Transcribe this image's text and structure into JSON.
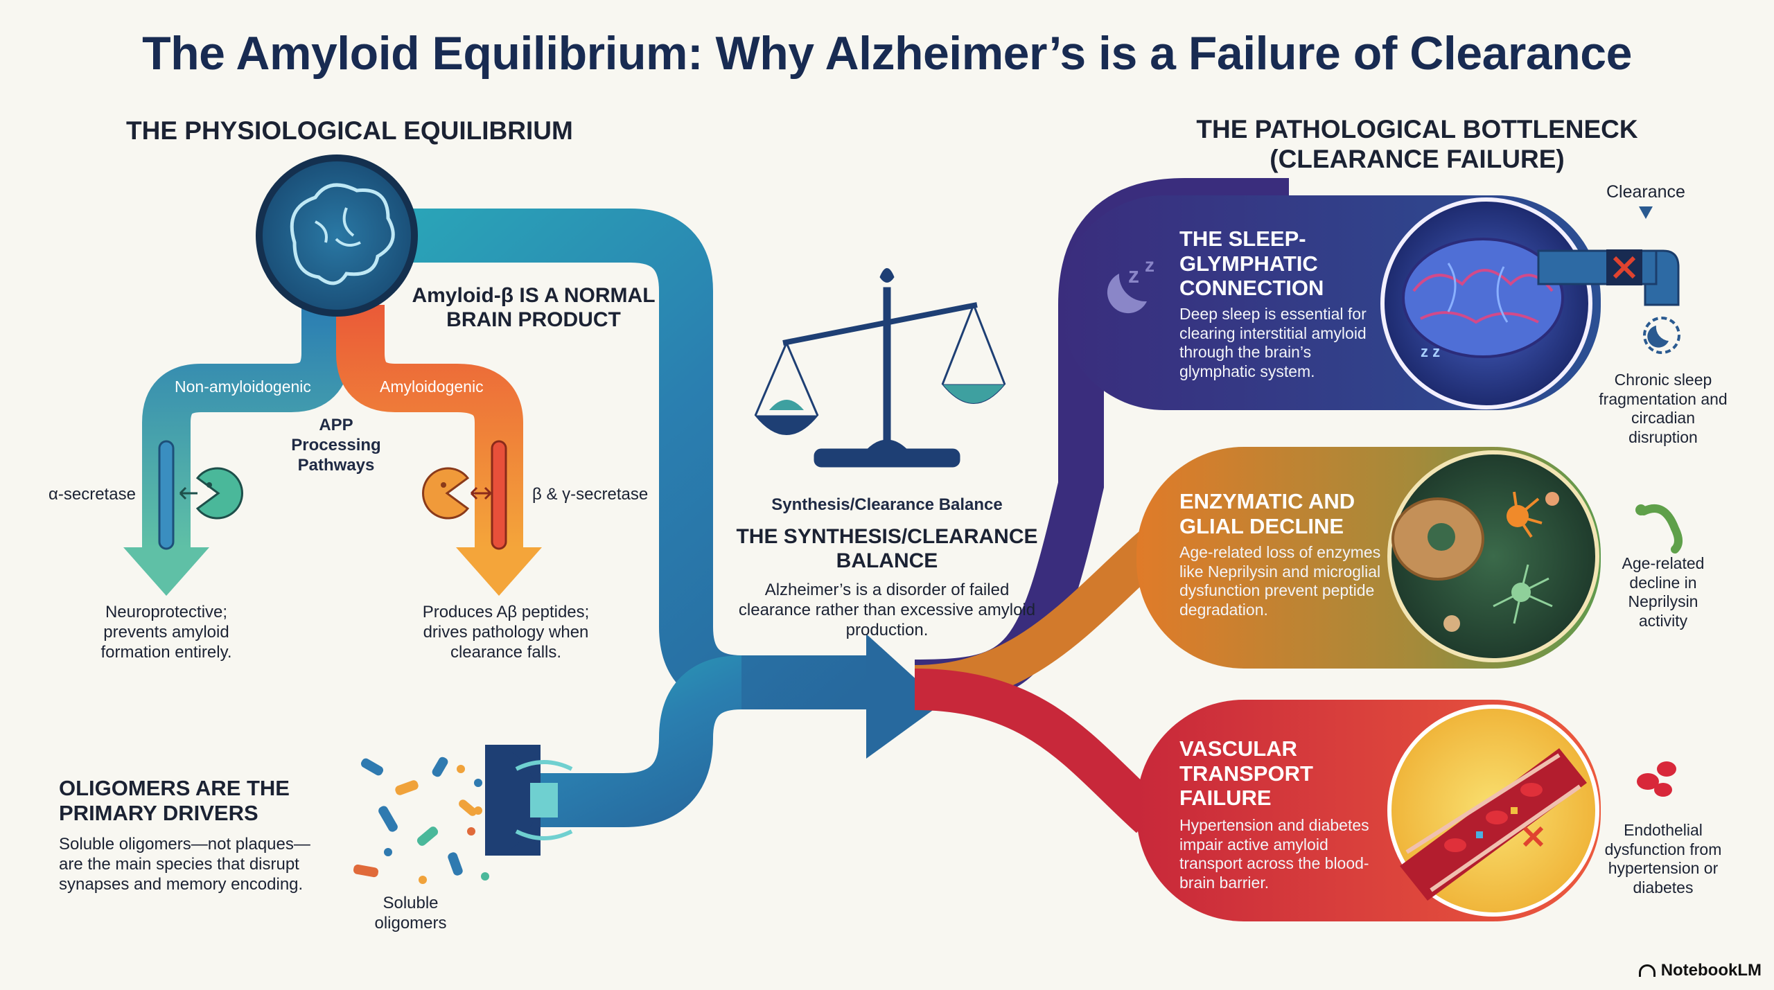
{
  "title": "The Amyloid Equilibrium: Why Alzheimer’s is a Failure of Clearance",
  "left": {
    "heading": "THE PHYSIOLOGICAL EQUILIBRIUM",
    "normal_product": "Amyloid-β IS A NORMAL BRAIN PRODUCT",
    "pathway_left_label": "Non-amyloidogenic",
    "pathway_right_label": "Amyloidogenic",
    "app_label": "APP Processing Pathways",
    "alpha_secretase": "α-secretase",
    "beta_gamma_secretase": "β & γ-secretase",
    "neuroprotective": "Neuroprotective; prevents amyloid formation entirely.",
    "produces": "Produces Aβ peptides; drives pathology when clearance falls.",
    "oligomers_head": "OLIGOMERS ARE THE PRIMARY DRIVERS",
    "oligomers_body": "Soluble oligomers—not plaques—are the main species that disrupt synapses and memory encoding.",
    "soluble_oligomers": "Soluble oligomers"
  },
  "center": {
    "scale_caption": "Synthesis/Clearance Balance",
    "heading": "THE SYNTHESIS/CLEARANCE BALANCE",
    "body": "Alzheimer’s is a disorder of failed clearance rather than excessive amyloid production."
  },
  "right": {
    "heading": "THE PATHOLOGICAL BOTTLENECK (CLEARANCE FAILURE)",
    "clearance_label": "Clearance",
    "cards": [
      {
        "title": "THE SLEEP-GLYMPHATIC CONNECTION",
        "body": "Deep sleep is essential for clearing interstitial amyloid through the brain’s glymphatic system.",
        "side_note": "Chronic sleep fragmentation and circadian disruption"
      },
      {
        "title": "ENZYMATIC AND GLIAL DECLINE",
        "body": "Age-related loss of enzymes like Neprilysin and microglial dysfunction prevent peptide degradation.",
        "side_note": "Age-related decline in Neprilysin activity"
      },
      {
        "title": "VASCULAR TRANSPORT FAILURE",
        "body": "Hypertension and diabetes impair active amyloid transport across the blood-brain barrier.",
        "side_note": "Endothelial dysfunction from hypertension or diabetes"
      }
    ]
  },
  "brand": "NotebookLM",
  "colors": {
    "navy": "#182b52",
    "teal": "#2a8fa6",
    "blue": "#2b6a9e",
    "orange": "#ee7a2a",
    "red": "#e0432f",
    "purple": "#3b2f7a",
    "olive": "#7f9a3a",
    "crimson": "#c8283a"
  }
}
